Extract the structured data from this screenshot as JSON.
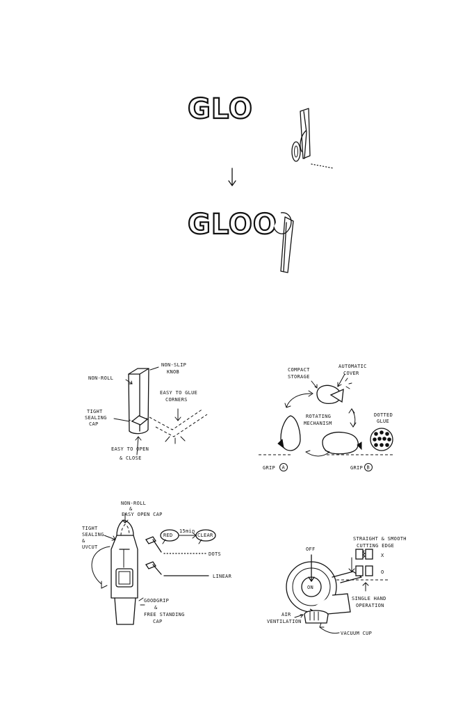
{
  "logo": {
    "before": "GLO",
    "after": "GLOO"
  },
  "sketch1": {
    "non_roll": "NON-ROLL",
    "non_slip_1": "NON-SLIP",
    "non_slip_2": "KNOB",
    "easy_glue_1": "EASY TO GLUE",
    "easy_glue_2": "CORNERS",
    "tight_1": "TIGHT",
    "tight_2": "SEALING",
    "tight_3": "CAP",
    "open_1": "EASY TO OPEN",
    "open_2": "& CLOSE"
  },
  "sketch2": {
    "compact_1": "COMPACT",
    "compact_2": "STORAGE",
    "auto_1": "AUTOMATIC",
    "auto_2": "COVER",
    "rot_1": "ROTATING",
    "rot_2": "MECHANISM",
    "dotted_1": "DOTTED",
    "dotted_2": "GLUE",
    "grip_a": "GRIP",
    "grip_a_mark": "A",
    "grip_b": "GRIP",
    "grip_b_mark": "B"
  },
  "sketch3": {
    "nonroll_1": "NON-ROLL",
    "nonroll_2": "&",
    "nonroll_3": "EASY OPEN CAP",
    "tight_1": "TIGHT",
    "tight_2": "SEALING",
    "tight_3": "&",
    "tight_4": "UVCUT",
    "red": "RED",
    "time": "15min",
    "clear": "CLEAR",
    "dots": "DOTS",
    "linear": "LINEAR",
    "grip_1": "GOODGRIP",
    "grip_2": "&",
    "grip_3": "FREE STANDING",
    "grip_4": "CAP"
  },
  "sketch4": {
    "off": "OFF",
    "on": "ON",
    "edge_1": "STRAIGHT & SMOOTH",
    "edge_2": "CUTTING EDGE",
    "x_mark": "X",
    "o_mark": "O",
    "single_1": "SINGLE HAND",
    "single_2": "OPERATION",
    "air_1": "AIR",
    "air_2": "VENTILATION",
    "vacuum": "VACUUM CUP"
  }
}
